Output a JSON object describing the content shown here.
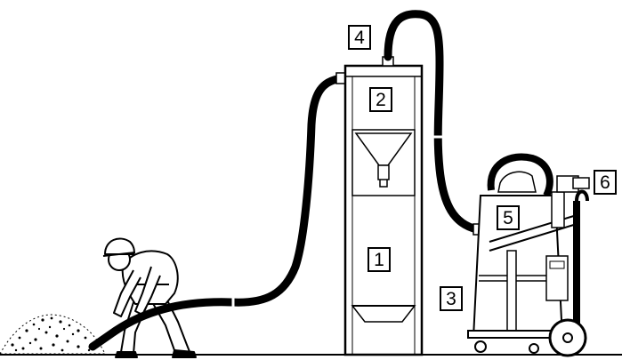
{
  "diagram": {
    "labels": [
      {
        "id": "silo",
        "text": "1"
      },
      {
        "id": "separator",
        "text": "2"
      },
      {
        "id": "vacuum-unit",
        "text": "3"
      },
      {
        "id": "exhaust-hose",
        "text": "4"
      },
      {
        "id": "filter-housing",
        "text": "5"
      },
      {
        "id": "exhaust-outlet",
        "text": "6"
      }
    ],
    "colors": {
      "ink": "#000000",
      "paper": "#ffffff"
    }
  }
}
